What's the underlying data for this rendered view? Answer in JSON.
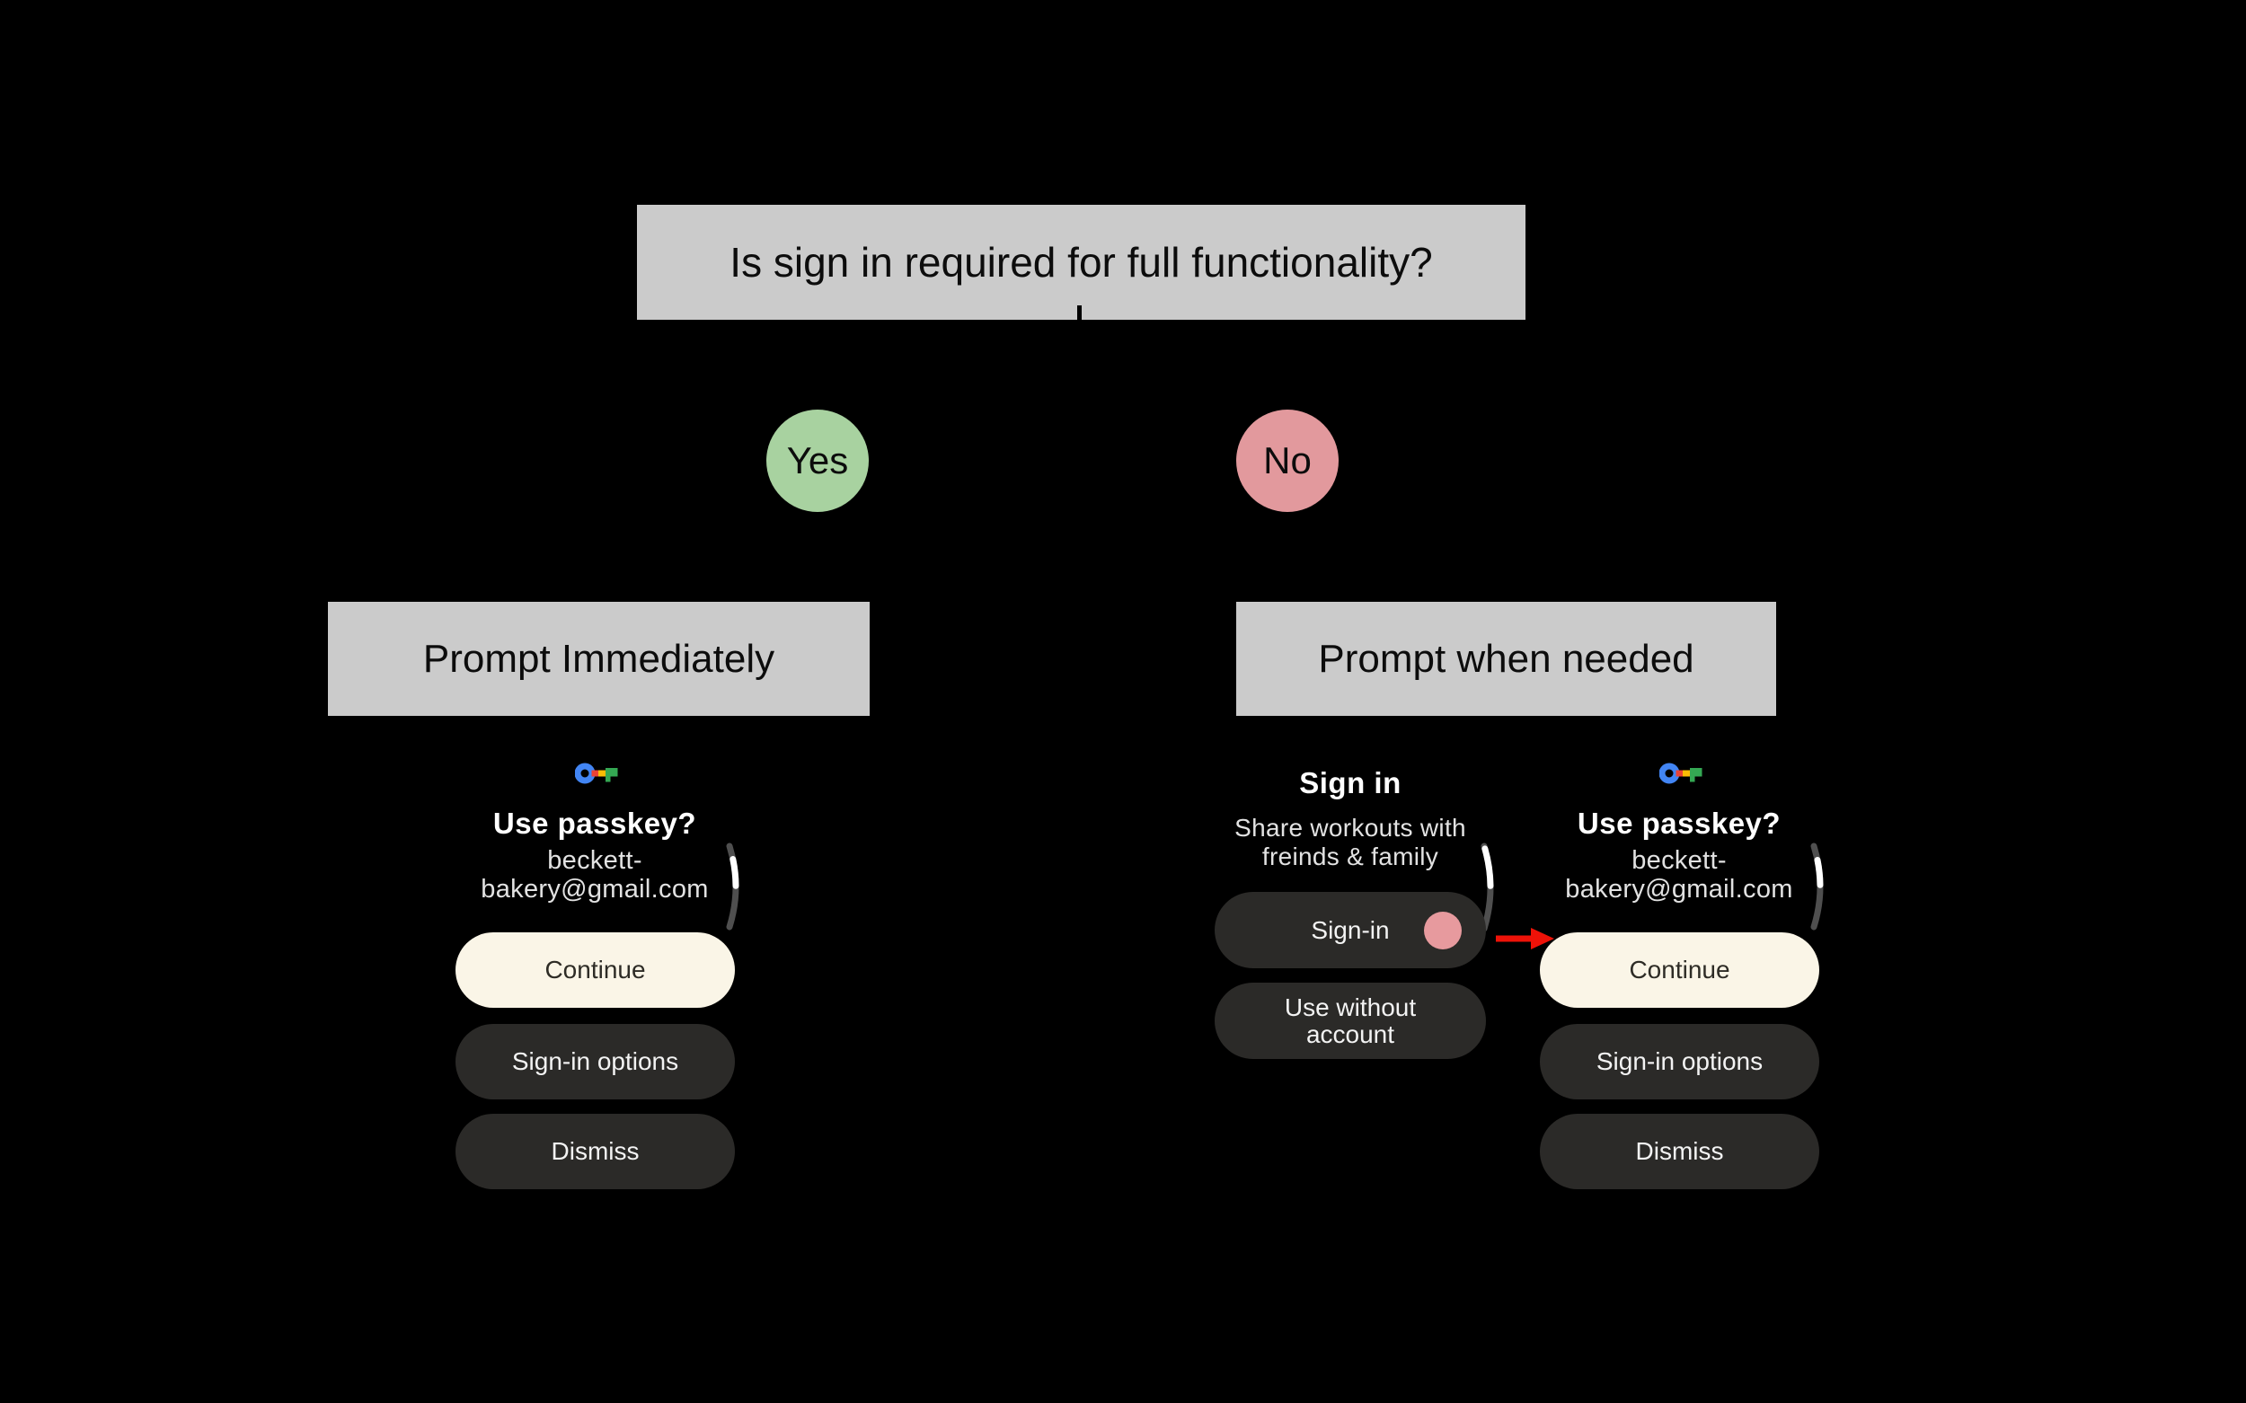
{
  "flowchart": {
    "question": "Is sign in required for full functionality?",
    "yes_label": "Yes",
    "no_label": "No",
    "yes_outcome": "Prompt Immediately",
    "no_outcome": "Prompt when needed"
  },
  "passkey_screen": {
    "icon": "google-passkey-key-icon",
    "title": "Use passkey?",
    "email_line1": "beckett-",
    "email_line2": "bakery@gmail.com",
    "continue_label": "Continue",
    "signin_options_label": "Sign-in options",
    "dismiss_label": "Dismiss"
  },
  "signin_screen": {
    "title": "Sign in",
    "subtitle_line1": "Share workouts with",
    "subtitle_line2": "freinds & family",
    "signin_label": "Sign-in",
    "use_without_line1": "Use without",
    "use_without_line2": "account"
  },
  "annotations": {
    "tap_indicator": "pink-tap-circle",
    "arrow": "red-arrow-pointing-to-continue",
    "scroll_indicator": "curved-watch-scrollbar"
  },
  "colors": {
    "background": "#000000",
    "box_gray": "#cbcbcb",
    "yes_green": "#a8d2a0",
    "no_pink": "#e2999d",
    "button_cream": "#faf5e7",
    "button_dark": "#2b2a28",
    "tap_pink": "#e79a9e",
    "arrow_red": "#ee1208",
    "key_blue": "#4285f4",
    "key_red": "#ea4335",
    "key_yellow": "#fbbc05",
    "key_green": "#34a853"
  }
}
